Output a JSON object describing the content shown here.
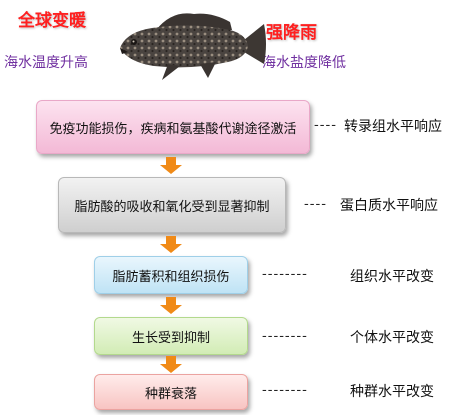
{
  "header": {
    "left_title": "全球变暖",
    "left_subtitle": "海水温度升高",
    "right_title": "强降雨",
    "right_subtitle": "海水盐度降低",
    "center_image": "grouper-fish"
  },
  "flow": [
    {
      "text": "免疫功能损伤，疾病和氨基酸代谢途径激活",
      "connector": "----",
      "level": "转录组水平响应"
    },
    {
      "text": "脂肪酸的吸收和氧化受到显著抑制",
      "connector": "----",
      "level": "蛋白质水平响应"
    },
    {
      "text": "脂肪蓄积和组织损伤",
      "connector": "--------",
      "level": "组织水平改变"
    },
    {
      "text": "生长受到抑制",
      "connector": "--------",
      "level": "个体水平改变"
    },
    {
      "text": "种群衰落",
      "connector": "--------",
      "level": "种群水平改变"
    }
  ],
  "colors": {
    "title": "#ff1f1f",
    "subtitle": "#7030a0",
    "arrow": "#f08a17"
  }
}
